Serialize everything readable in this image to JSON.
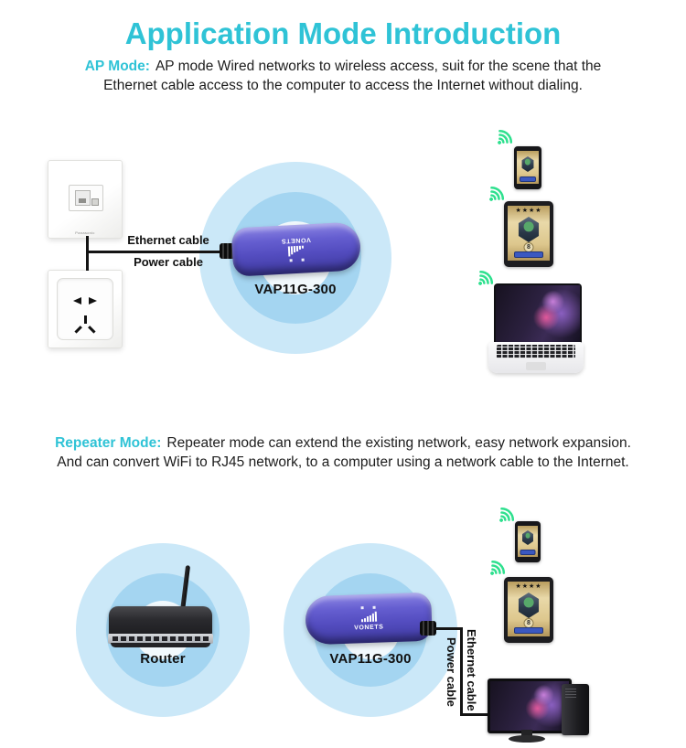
{
  "title": "Application Mode Introduction",
  "ap": {
    "heading": "AP Mode:",
    "desc1": "AP mode Wired networks to wireless access, suit for the scene that the",
    "desc2": "Ethernet cable access to the computer to access the Internet without dialing.",
    "ethernet_label": "Ethernet cable",
    "power_label": "Power cable",
    "device_label": "VAP11G-300"
  },
  "repeater": {
    "heading": "Repeater Mode:",
    "desc1": "Repeater mode can extend the existing network, easy network expansion.",
    "desc2": "And can convert WiFi to RJ45 network, to a computer using a network cable to the Internet.",
    "router_label": "Router",
    "device_label": "VAP11G-300",
    "ethernet_label": "Ethernet cable",
    "power_label": "Power cable"
  },
  "device": {
    "brand": "VONETS"
  },
  "wall_plate": {
    "brand": "Panasonic"
  },
  "tablet": {
    "stars": "★★★★",
    "rank": "8"
  },
  "icons": {
    "wifi": "wifi-signal-arcs"
  },
  "colors": {
    "accent_cyan": "#2fc3d6",
    "wifi_green": "#2ee08e",
    "coverage_outer": "#cbe8f8",
    "coverage_mid": "#a4d5f1",
    "device_purple": "#544dc0",
    "cable_black": "#141414"
  }
}
